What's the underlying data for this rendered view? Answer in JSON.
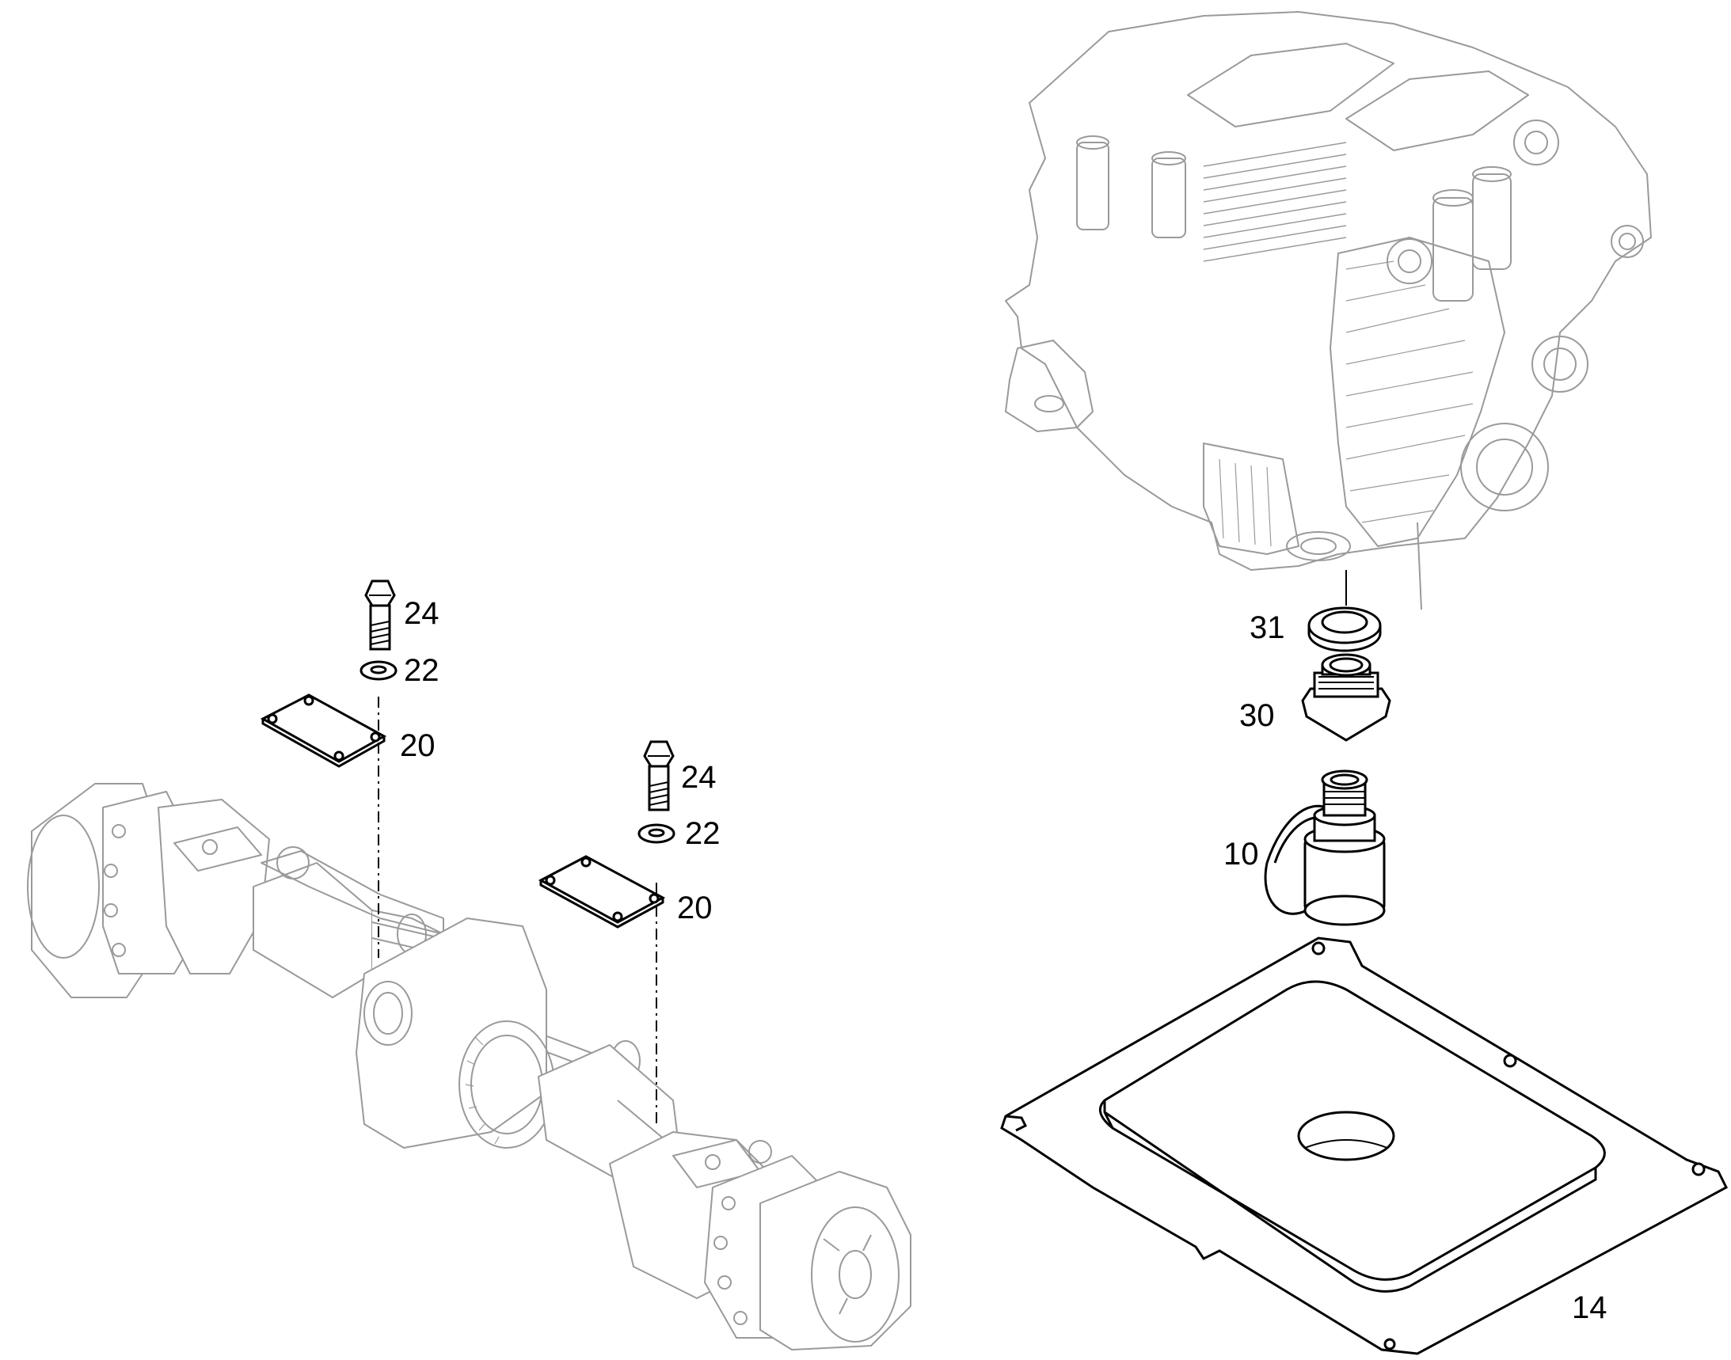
{
  "labels": {
    "l24a": "24",
    "l22a": "22",
    "l20a": "20",
    "l24b": "24",
    "l22b": "22",
    "l20b": "20",
    "l31": "31",
    "l30": "30",
    "l10": "10",
    "l14": "14"
  },
  "colors": {
    "ink": "#000000",
    "faded": "#9a9a9a"
  }
}
